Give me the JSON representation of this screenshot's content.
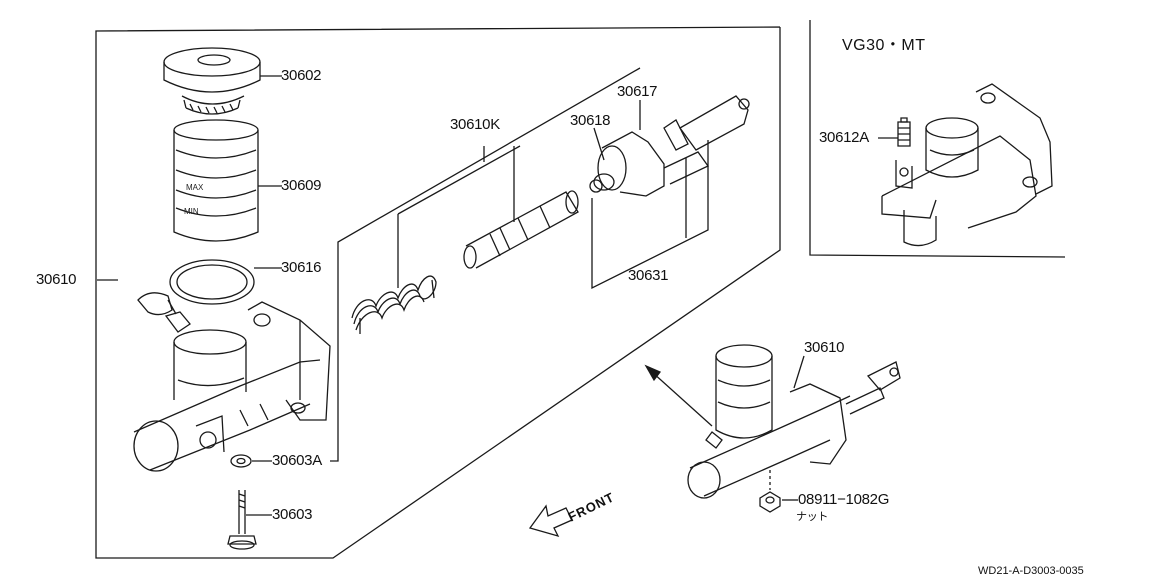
{
  "variant": "VG30・MT",
  "drawing_code": "WD21-A-D3003-0035",
  "front_label": "FRONT",
  "parts": {
    "p30602": "30602",
    "p30609": "30609",
    "p30616": "30616",
    "p30610": "30610",
    "p30603A": "30603A",
    "p30603": "30603",
    "p30610K": "30610K",
    "p30618": "30618",
    "p30617": "30617",
    "p30631": "30631",
    "p30612A": "30612A",
    "p30610b": "30610",
    "p08911": "08911−1082G",
    "nut": "ナット"
  }
}
